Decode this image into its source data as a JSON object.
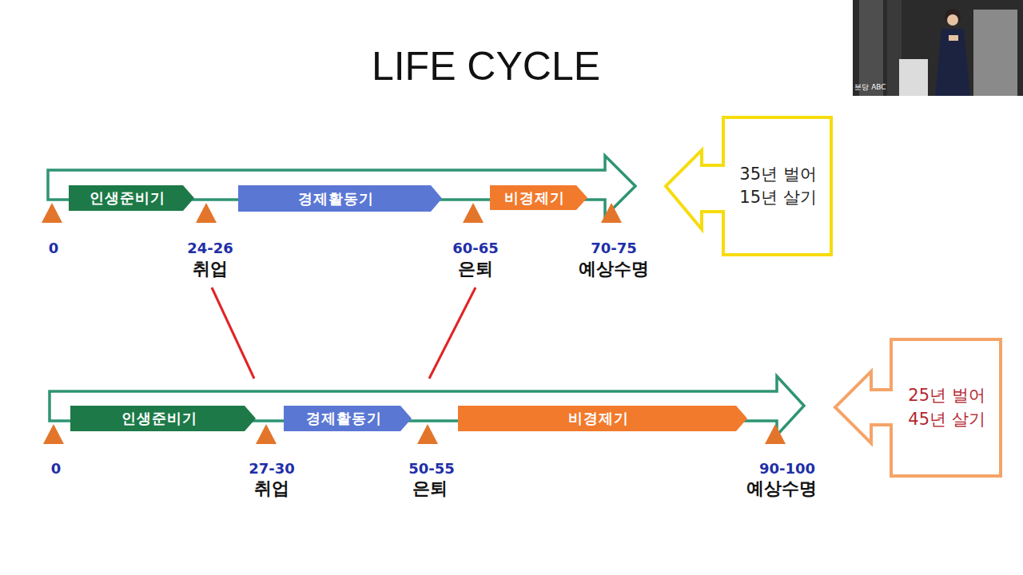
{
  "diagram": {
    "title": "LIFE CYCLE",
    "nodes": [
      {
        "text": [
          "인생준비기"
        ]
      },
      {
        "text": [
          "경제활동기"
        ]
      },
      {
        "text": [
          "비경제기"
        ]
      },
      {
        "text": [
          "35년 벌어 15년 살기"
        ]
      },
      {
        "text": [
          "인생준비기"
        ]
      },
      {
        "text": [
          "경제활동기"
        ]
      },
      {
        "text": [
          "비경제기"
        ]
      },
      {
        "text": [
          "25년 벌어 45년 살기"
        ]
      }
    ],
    "labels": [
      "0",
      "24-26",
      "취업",
      "60-65",
      "은퇴",
      "70-75",
      "예상수명",
      "0",
      "27-30",
      "취업",
      "50-55",
      "은퇴",
      "90-100",
      "예상수명",
      "분당 ABC"
    ]
  }
}
